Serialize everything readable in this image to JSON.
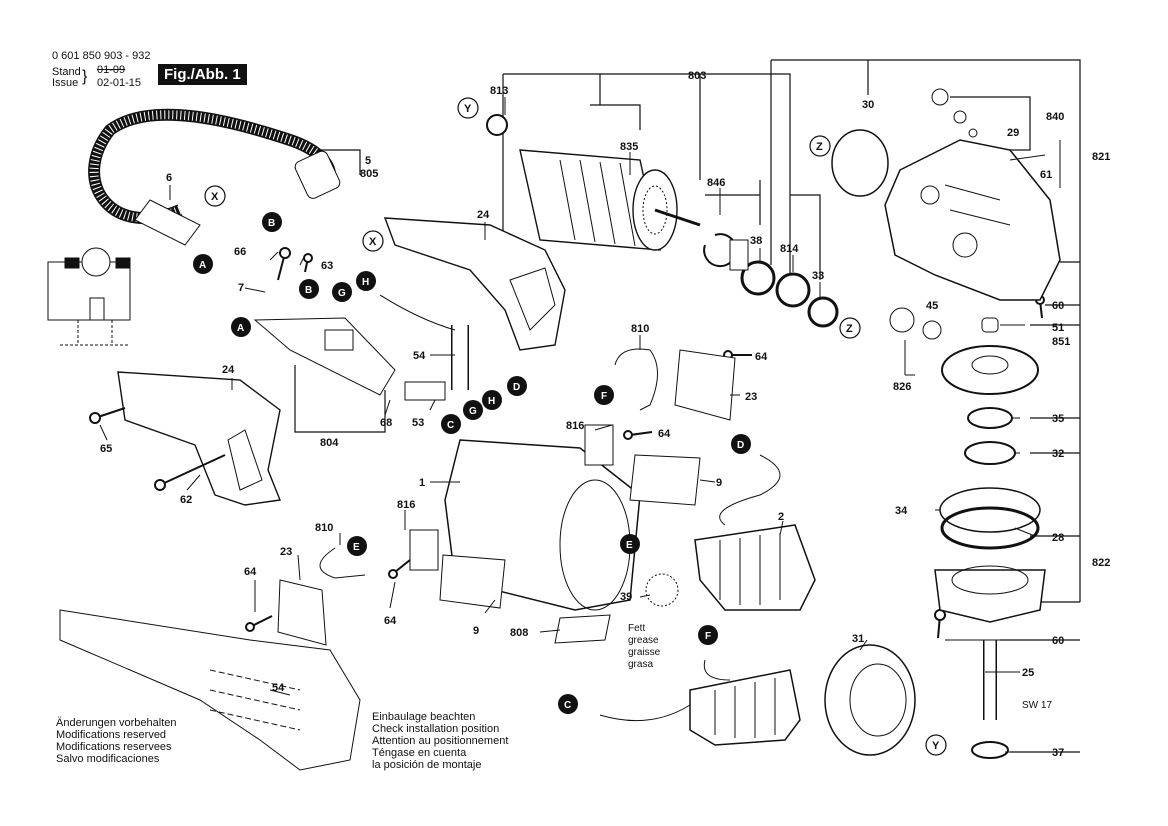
{
  "header": {
    "part_number": "0 601 850 903 - 932",
    "stand_label": "Stand",
    "issue_label": "Issue",
    "old_date": "01-09",
    "new_date": "02-01-15",
    "figure_badge": "Fig./Abb. 1"
  },
  "notes": {
    "modifications": [
      "Änderungen vorbehalten",
      "Modifications reserved",
      "Modifications reservees",
      "Salvo modificaciones"
    ],
    "installation": [
      "Einbaulage beachten",
      "Check installation position",
      "Attention au positionnement",
      "Téngase en cuenta",
      "la posición de montaje"
    ],
    "grease": [
      "Fett",
      "grease",
      "graisse",
      "grasa"
    ]
  },
  "parts": {
    "p813": "813",
    "p803": "803",
    "p835": "835",
    "p846": "846",
    "p38": "38",
    "p814": "814",
    "p33": "33",
    "p30": "30",
    "p840": "840",
    "p29": "29",
    "p821": "821",
    "p61": "61",
    "p60a": "60",
    "p51": "51",
    "p851": "851",
    "p45": "45",
    "p826": "826",
    "p35": "35",
    "p32": "32",
    "p34": "34",
    "p28": "28",
    "p822": "822",
    "p60b": "60",
    "p25": "25",
    "sw17": "SW 17",
    "p37": "37",
    "p31": "31",
    "p5": "5",
    "p805": "805",
    "p6": "6",
    "p24a": "24",
    "p66": "66",
    "p63": "63",
    "p7": "7",
    "p54a": "54",
    "p53": "53",
    "p68": "68",
    "p804": "804",
    "p24b": "24",
    "p65": "65",
    "p62": "62",
    "p810a": "810",
    "p64a": "64",
    "p23a": "23",
    "p816a": "816",
    "p64b": "64",
    "p9a": "9",
    "p1": "1",
    "p2": "2",
    "p816b": "816",
    "p810b": "810",
    "p23b": "23",
    "p64c": "64",
    "p64d": "64",
    "p39": "39",
    "p9b": "9",
    "p808": "808",
    "p54b": "54"
  },
  "markers": {
    "a": "A",
    "b": "B",
    "c": "C",
    "d": "D",
    "e": "E",
    "f": "F",
    "g": "G",
    "h": "H",
    "x": "X",
    "y": "Y",
    "z": "Z"
  }
}
